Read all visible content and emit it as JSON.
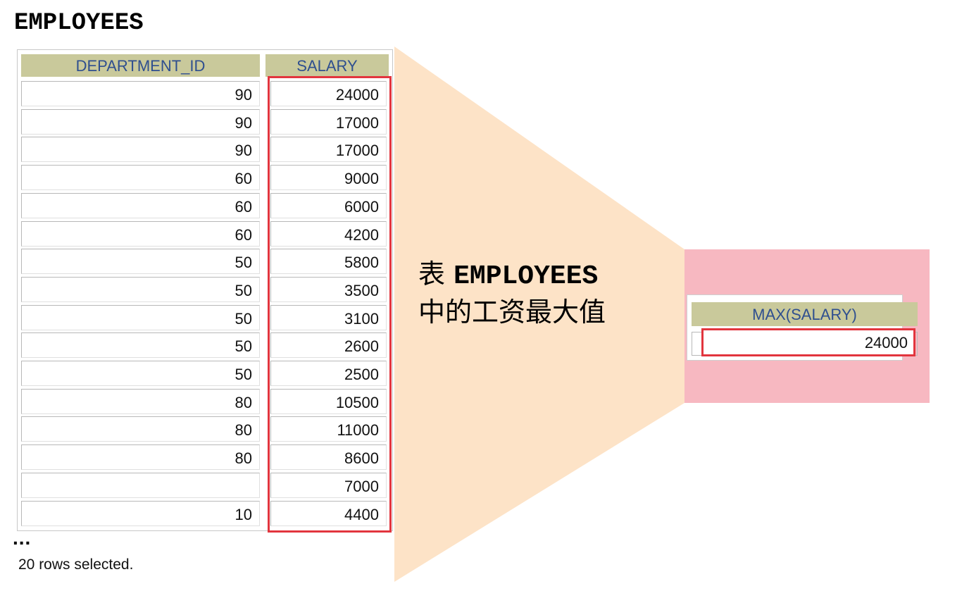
{
  "title": "EMPLOYEES",
  "table": {
    "headers": [
      "DEPARTMENT_ID",
      "SALARY"
    ],
    "rows": [
      [
        "90",
        "24000"
      ],
      [
        "90",
        "17000"
      ],
      [
        "90",
        "17000"
      ],
      [
        "60",
        "9000"
      ],
      [
        "60",
        "6000"
      ],
      [
        "60",
        "4200"
      ],
      [
        "50",
        "5800"
      ],
      [
        "50",
        "3500"
      ],
      [
        "50",
        "3100"
      ],
      [
        "50",
        "2600"
      ],
      [
        "50",
        "2500"
      ],
      [
        "80",
        "10500"
      ],
      [
        "80",
        "11000"
      ],
      [
        "80",
        "8600"
      ],
      [
        "",
        "7000"
      ],
      [
        "10",
        "4400"
      ]
    ]
  },
  "ellipsis": "...",
  "footer": "20 rows selected.",
  "caption": {
    "line1_prefix": "表 ",
    "line1_mono": "EMPLOYEES",
    "line2": "中的工资最大值"
  },
  "result": {
    "header": "MAX(SALARY)",
    "value": "24000"
  },
  "colors": {
    "funnel": "#fde3c7",
    "result_panel": "#f7b8c1",
    "header_bg": "#c9c99b",
    "header_text": "#2f4f8f",
    "highlight": "#e2353e"
  }
}
